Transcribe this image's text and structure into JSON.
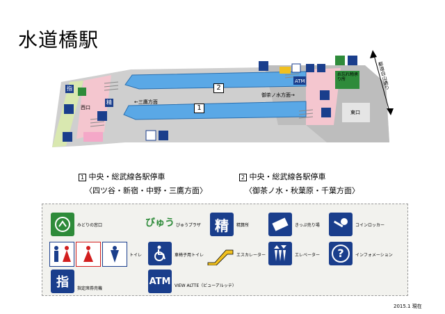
{
  "title": "水道橋駅",
  "map": {
    "track2": "2",
    "track1": "1",
    "to_mitaka": "←三鷹方面",
    "to_ochanomizu": "御茶ノ水方面→",
    "west_exit": "西口",
    "east_exit": "東口",
    "atm": "ATM",
    "lost_found": "お忘れ物承り所",
    "road": "都道白山通り",
    "icon_seisan": "精",
    "icon_shitei": "指"
  },
  "routes": [
    {
      "num": "1",
      "line": "中央・総武線各駅停車",
      "dest": "〈四ツ谷・新宿・中野・三鷹方面〉"
    },
    {
      "num": "2",
      "line": "中央・総武線各駅停車",
      "dest": "〈御茶ノ水・秋葉原・千葉方面〉"
    }
  ],
  "legend": {
    "midori": "みどりの窓口",
    "viewplaza_logo": "びゅう",
    "viewplaza": "びゅうプラザ",
    "seisan_glyph": "精",
    "seisan": "精算所",
    "kippu": "きっぷ売り場",
    "locker": "コインロッカー",
    "toilet": "トイレ",
    "wheelchair_toilet": "車椅子用トイレ",
    "escalator": "エスカレーター",
    "elevator": "エレベーター",
    "info": "インフォメーション",
    "shitei_glyph": "指",
    "shitei": "指定席券売機",
    "atm_glyph": "ATM",
    "atm": "VIEW ALTTE（ビューアルッテ）",
    "info_glyph": "?"
  },
  "date": "2015.1 現在",
  "colors": {
    "platform": "#5aa8e6",
    "station": "#f4c6cf",
    "concourse": "#c8c8c8",
    "icon_blue": "#1a3e8c",
    "icon_green": "#2e8b3a"
  }
}
